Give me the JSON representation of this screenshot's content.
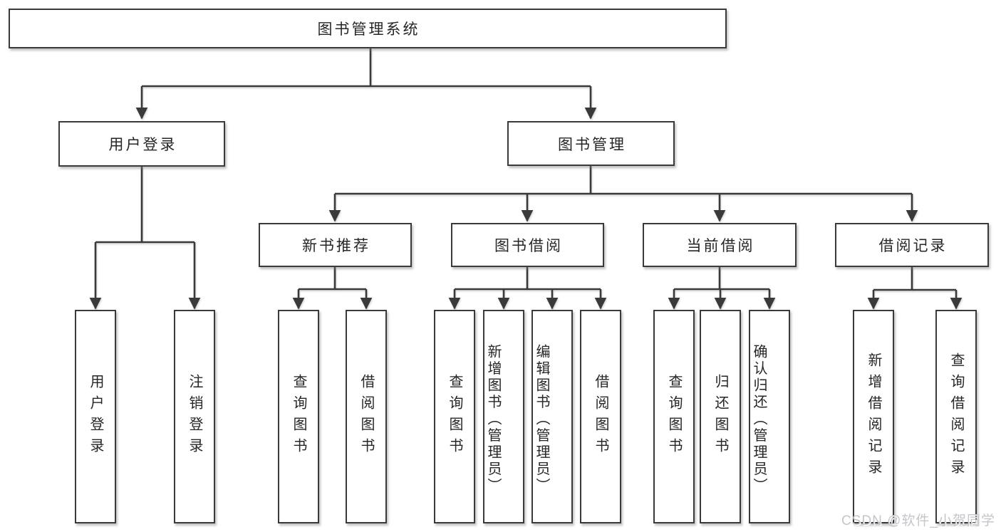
{
  "diagram": {
    "root": {
      "label": "图书管理系统"
    },
    "level2": {
      "user_login": "用户登录",
      "book_mgmt": "图书管理"
    },
    "level3": {
      "new_book_rec": "新书推荐",
      "book_borrow": "图书借阅",
      "current_borrow": "当前借阅",
      "borrow_record": "借阅记录"
    },
    "leaves": {
      "user_login": "用户登录",
      "logout": "注销登录",
      "nb_query_books": "查询图书",
      "nb_borrow_books": "借阅图书",
      "bb_query_books": "查询图书",
      "bb_add_books": "新增图书（管理员）",
      "bb_edit_books": "编辑图书（管理员）",
      "bb_borrow_books": "借阅图书",
      "cb_query_books": "查询图书",
      "cb_return_books": "归还图书",
      "cb_confirm_return": "确认归还（管理员）",
      "br_add_record": "新增借阅记录",
      "br_query_record": "查询借阅记录"
    },
    "watermark": "CSDN @软件_小贺同学",
    "colors": {
      "line": "#3a3a3a",
      "box_border": "#3a3a3a",
      "box_bg": "#ffffff",
      "text": "#262626",
      "watermark": "#c5c5ca"
    }
  }
}
